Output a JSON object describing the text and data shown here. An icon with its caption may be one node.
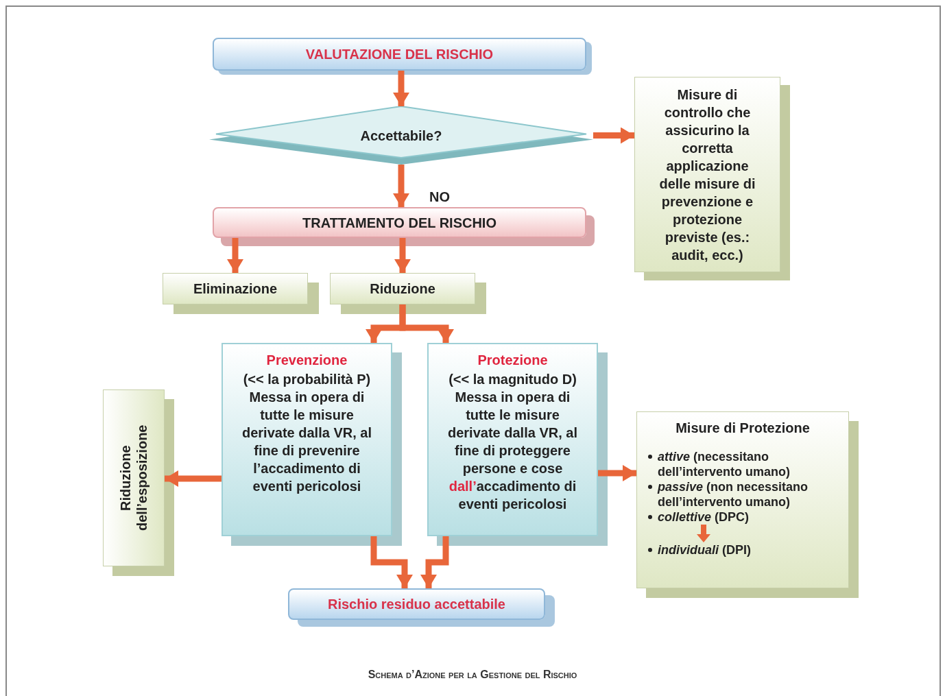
{
  "diagram": {
    "caption": "Schema d’Azione per la Gestione del Rischio",
    "nodes": [
      {
        "text": [
          "VALUTAZIONE DEL RISCHIO"
        ]
      },
      {
        "text": [
          "Accettabile?"
        ]
      },
      {
        "text": [
          "Misure di controllo che assicurino la corretta applicazione delle misure di prevenzione e protezione previste (es.: audit, ecc.)"
        ]
      },
      {
        "text": [
          "TRATTAMENTO DEL RISCHIO"
        ]
      },
      {
        "text": [
          "Eliminazione"
        ]
      },
      {
        "text": [
          "Riduzione"
        ]
      },
      {
        "text": [
          "Prevenzione",
          "(<< la probabilità P) Messa in opera di tutte le misure derivate dalla VR, al fine di prevenire l’accadimento di eventi pericolosi"
        ]
      },
      {
        "text": [
          "Protezione",
          "(<< la magnitudo D) Messa in opera di tutte le misure derivate dalla VR, al fine di proteggere persone e cose **dall’**accadimento di eventi pericolosi"
        ]
      },
      {
        "text": [
          "Riduzione dell’esposizione"
        ]
      },
      {
        "text": [
          "Misure di Protezione",
          "*attive* (necessitano dell’intervento umano)",
          "*passive* (non necessitano dell’intervento umano)",
          "*collettive* (DPC)",
          "*individuali* (DPI)"
        ]
      },
      {
        "text": [
          "Rischio residuo accettabile"
        ]
      }
    ],
    "edges": [
      {
        "from": 0,
        "to": 1,
        "arrow": "to"
      },
      {
        "from": 1,
        "to": 3,
        "arrow": "to",
        "label": "NO"
      },
      {
        "from": 1,
        "to": 2,
        "arrow": "to"
      },
      {
        "from": 3,
        "to": 4,
        "arrow": "to"
      },
      {
        "from": 3,
        "to": 5,
        "arrow": "to"
      },
      {
        "from": 5,
        "to": 6,
        "arrow": "to"
      },
      {
        "from": 5,
        "to": 7,
        "arrow": "to"
      },
      {
        "from": 6,
        "to": 8,
        "arrow": "to"
      },
      {
        "from": 7,
        "to": 9,
        "arrow": "to"
      },
      {
        "from": 6,
        "to": 10,
        "arrow": "to"
      },
      {
        "from": 7,
        "to": 10,
        "arrow": "to"
      }
    ]
  }
}
